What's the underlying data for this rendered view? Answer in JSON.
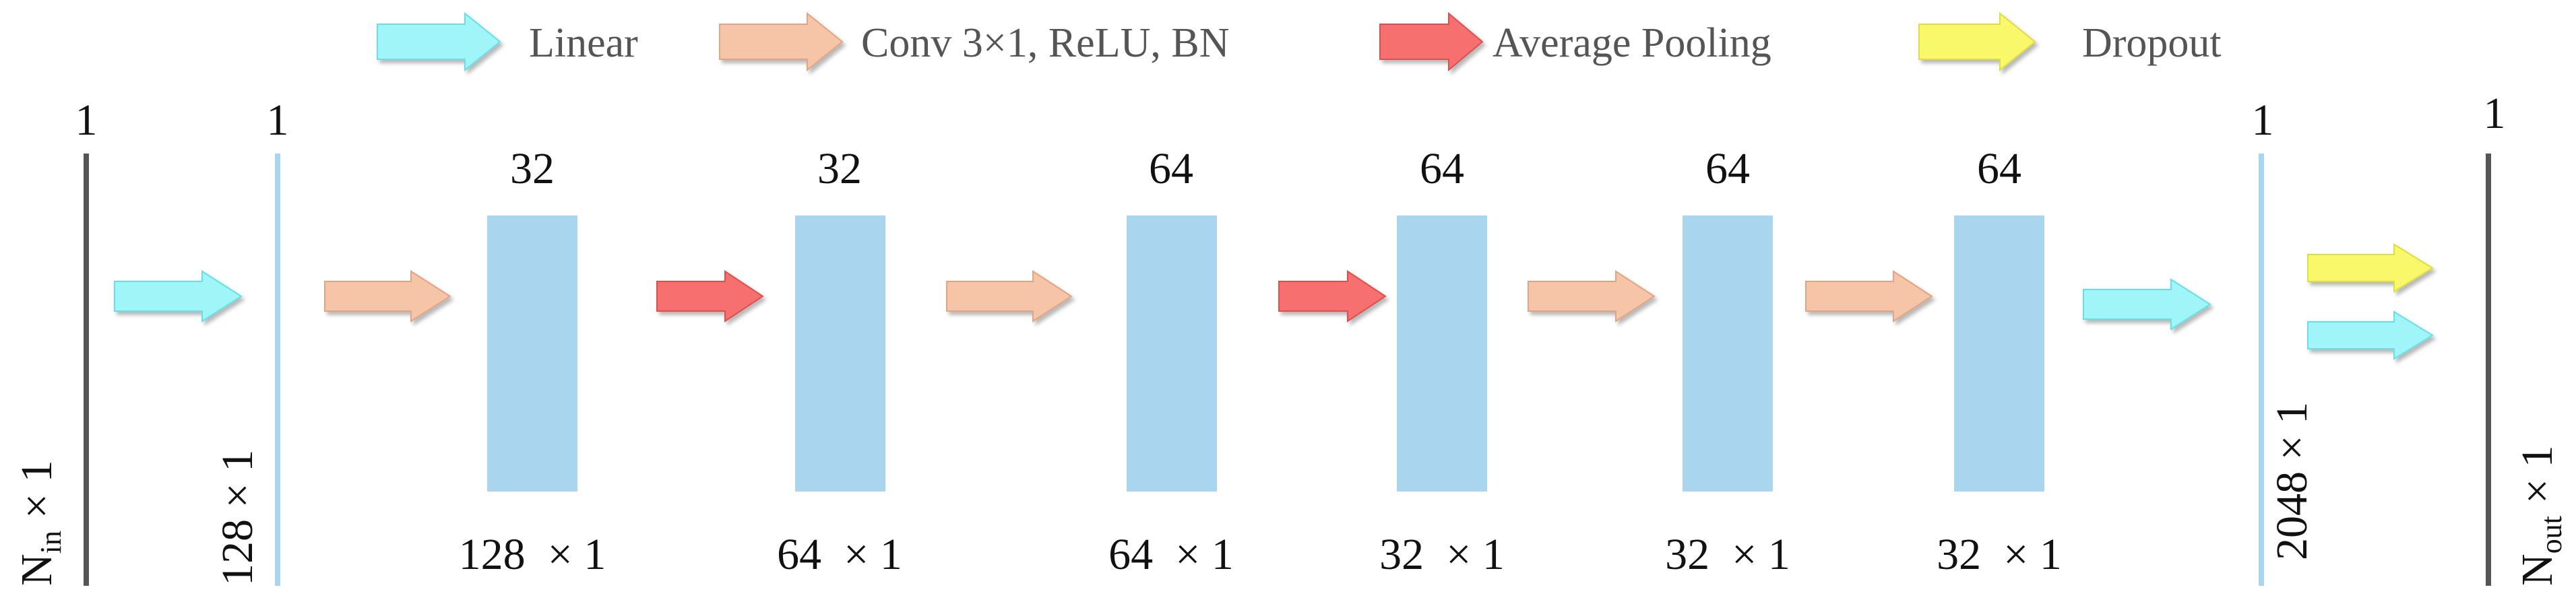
{
  "legend": [
    {
      "label": "Linear",
      "color": "#9ff5f7",
      "stroke": "#66e0e6"
    },
    {
      "label": "Conv 3×1, ReLU, BN",
      "color": "#f6c4a6",
      "stroke": "#e0a585"
    },
    {
      "label": "Average Pooling",
      "color": "#f76f6f",
      "stroke": "#e04d4d"
    },
    {
      "label": "Dropout",
      "color": "#f8f86a",
      "stroke": "#dede3c"
    }
  ],
  "colors": {
    "block": "#a9d5ef",
    "input_bar": "#555555",
    "feature_bar": "#a9d5ef"
  },
  "input": {
    "top": "1",
    "side_main": "N",
    "side_sub": "in",
    "side_rest": "× 1"
  },
  "embed": {
    "top": "1",
    "side": "128 × 1"
  },
  "blocks": [
    {
      "channels": "32",
      "dim": "128  × 1"
    },
    {
      "channels": "32",
      "dim": "64  × 1"
    },
    {
      "channels": "64",
      "dim": "64  × 1"
    },
    {
      "channels": "64",
      "dim": "32  × 1"
    },
    {
      "channels": "64",
      "dim": "32  × 1"
    },
    {
      "channels": "64",
      "dim": "32  × 1"
    }
  ],
  "feature": {
    "top": "1",
    "side": "2048 × 1"
  },
  "output": {
    "top": "1",
    "side_main": "N",
    "side_sub": "out",
    "side_rest": "× 1"
  }
}
